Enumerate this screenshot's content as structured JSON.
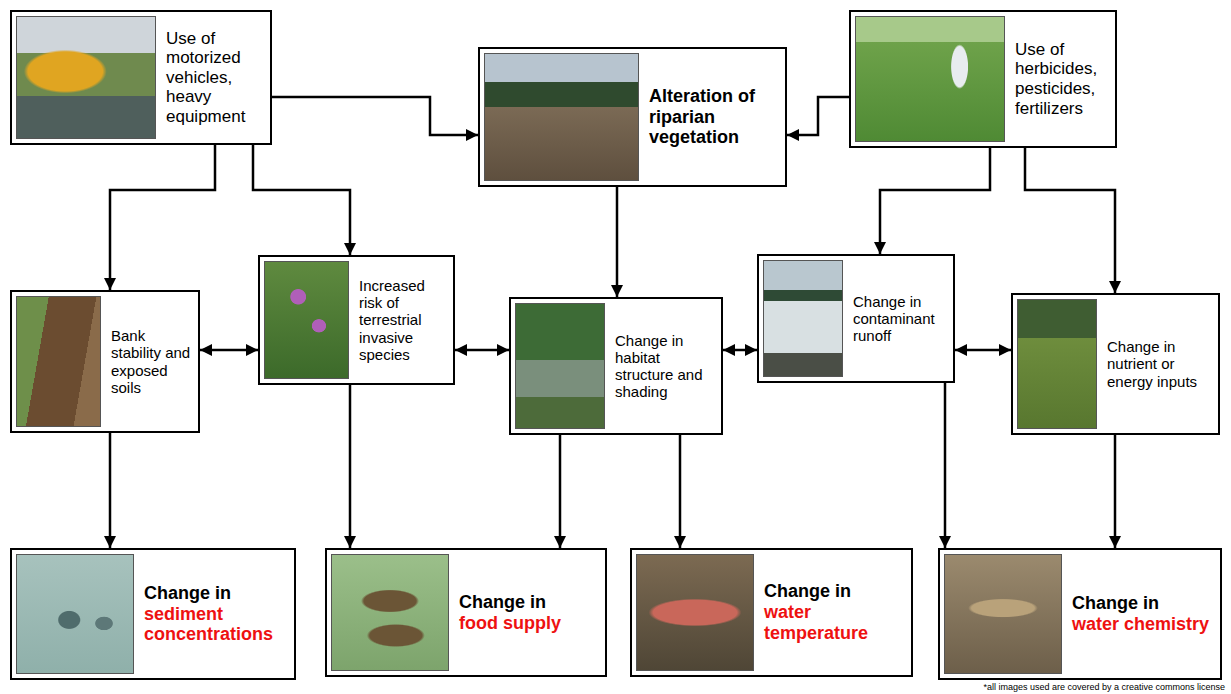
{
  "diagram": {
    "nodes": [
      {
        "text": [
          "Use of motorized vehicles, heavy equipment"
        ]
      },
      {
        "text": [
          "Alteration of riparian vegetation"
        ]
      },
      {
        "text": [
          "Use of herbicides, pesticides, fertilizers"
        ]
      },
      {
        "text": [
          "Bank stability and exposed soils"
        ]
      },
      {
        "text": [
          "Increased risk of terrestrial invasive species"
        ]
      },
      {
        "text": [
          "Change in habitat structure and shading"
        ]
      },
      {
        "text": [
          "Change in contaminant runoff"
        ]
      },
      {
        "text": [
          "Change in nutrient or energy inputs"
        ]
      },
      {
        "text": [
          "Change in",
          "sediment concentrations"
        ]
      },
      {
        "text": [
          "Change in",
          "food supply"
        ]
      },
      {
        "text": [
          "Change in",
          "water temperature"
        ]
      },
      {
        "text": [
          "Change in",
          "water chemistry"
        ]
      }
    ],
    "edges": [
      {
        "from": 0,
        "to": 1,
        "arrow": "to"
      },
      {
        "from": 2,
        "to": 1,
        "arrow": "to"
      },
      {
        "from": 0,
        "to": 3,
        "arrow": "to"
      },
      {
        "from": 0,
        "to": 4,
        "arrow": "to"
      },
      {
        "from": 1,
        "to": 5,
        "arrow": "to"
      },
      {
        "from": 2,
        "to": 6,
        "arrow": "to"
      },
      {
        "from": 2,
        "to": 7,
        "arrow": "to"
      },
      {
        "from": 3,
        "to": 4,
        "arrow": "both"
      },
      {
        "from": 4,
        "to": 5,
        "arrow": "both"
      },
      {
        "from": 5,
        "to": 6,
        "arrow": "both"
      },
      {
        "from": 6,
        "to": 7,
        "arrow": "both"
      },
      {
        "from": 3,
        "to": 8,
        "arrow": "to"
      },
      {
        "from": 4,
        "to": 9,
        "arrow": "to"
      },
      {
        "from": 5,
        "to": 9,
        "arrow": "to"
      },
      {
        "from": 5,
        "to": 10,
        "arrow": "to"
      },
      {
        "from": 6,
        "to": 11,
        "arrow": "to"
      },
      {
        "from": 7,
        "to": 11,
        "arrow": "to"
      }
    ],
    "labels": [
      "*all images used are covered by a creative commons license"
    ]
  }
}
